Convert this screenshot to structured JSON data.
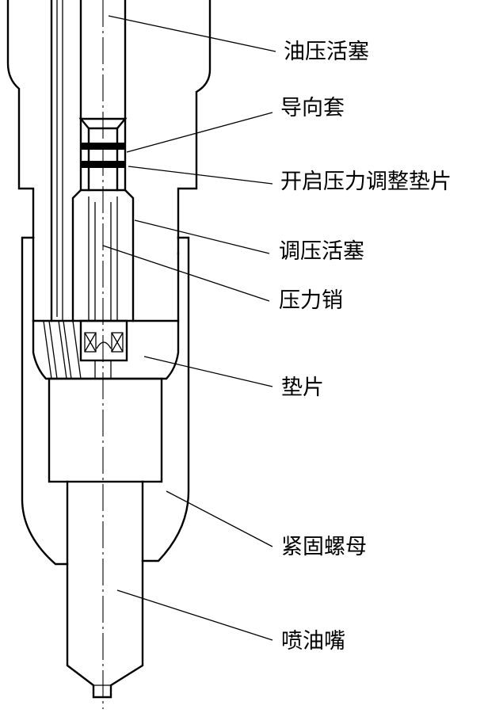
{
  "labels": {
    "oil_pressure_piston": "油压活塞",
    "guide_sleeve": "导向套",
    "opening_pressure_shim": "开启压力调整垫片",
    "pressure_adjust_piston": "调压活塞",
    "pressure_pin": "压力销",
    "gasket": "垫片",
    "clamp_nut": "紧固螺母",
    "nozzle": "喷油嘴"
  }
}
